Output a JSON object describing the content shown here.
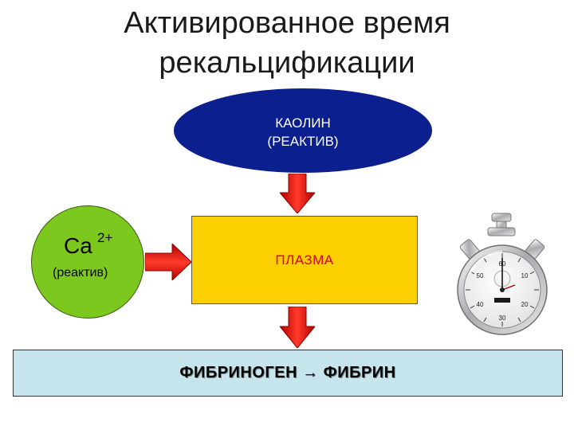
{
  "title": {
    "line1": "Активированное время",
    "line2": "рекальцификации"
  },
  "kaolin": {
    "line1": "КАОЛИН",
    "line2": "(РЕАКТИВ)",
    "color": "#0b1f8f"
  },
  "plasma": {
    "label": "ПЛАЗМА",
    "fill": "#fcd000",
    "text_color": "#d1001f"
  },
  "calcium": {
    "symbol": "Ca",
    "charge": "2+",
    "reagent": "(реактив)",
    "fill": "#7cc81e"
  },
  "result": {
    "label": "ФИБРИНОГЕН → ФИБРИН",
    "fill": "#c5e4ec"
  },
  "arrows": {
    "color": "#e31b1b"
  },
  "stopwatch": {
    "icon": "stopwatch-icon",
    "dial_numbers": [
      "60",
      "10",
      "20",
      "30",
      "40",
      "50"
    ]
  }
}
